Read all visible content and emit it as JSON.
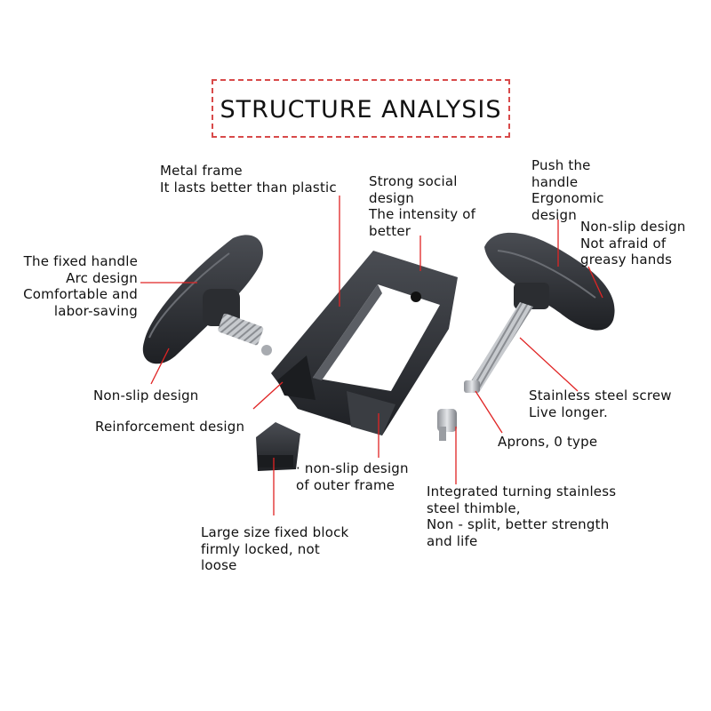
{
  "title": "STRUCTURE ANALYSIS",
  "labels": {
    "metal_frame": "Metal frame\nIt lasts better than plastic",
    "strong_social": "Strong social\ndesign\nThe intensity of\nbetter",
    "push_handle": "Push the\nhandle\nErgonomic\ndesign",
    "non_slip_right": "Non-slip design\nNot afraid of\ngreasy hands",
    "fixed_handle": "The fixed handle\nArc design\nComfortable and\nlabor-saving",
    "non_slip_left": "Non-slip design",
    "reinforcement": "Reinforcement design",
    "stainless_screw": "Stainless steel screw\nLive longer.",
    "aprons": "Aprons, 0 type",
    "outer_frame": "· non-slip design\nof outer frame",
    "thimble": "Integrated turning stainless\nsteel thimble,\nNon - split, better strength\nand life",
    "fixed_block": "Large size fixed block\nfirmly locked, not\nloose"
  },
  "colors": {
    "leader": "#e02424",
    "title_border": "#d84a4a",
    "part": "#2a2c30",
    "steel": "#b9bcc1"
  }
}
